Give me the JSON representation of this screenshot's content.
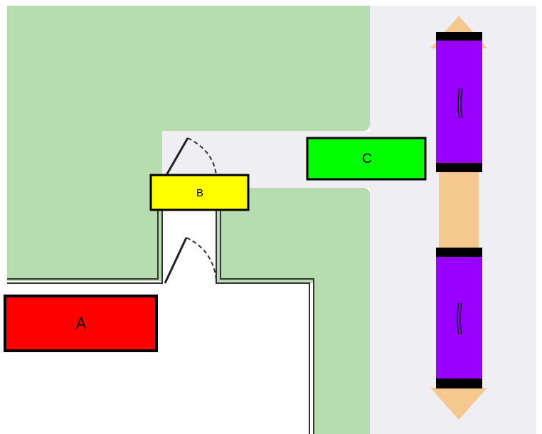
{
  "labels": {
    "a": "A",
    "b": "B",
    "c": "C"
  },
  "colors": {
    "background": "#ffffff",
    "green_area": "#b7dcb0",
    "corridor": "#efeff3",
    "wall": "#333333",
    "box_a": "#ff0000",
    "box_b": "#ffff00",
    "box_c": "#00ff00",
    "vehicle": "#9900ff",
    "vehicle_band": "#000000",
    "track": "#f5c890",
    "outline": "#000000"
  },
  "icons": {
    "door": "door-swing-icon",
    "vehicle": "vehicle-icon",
    "arrow": "double-arrow-icon"
  }
}
